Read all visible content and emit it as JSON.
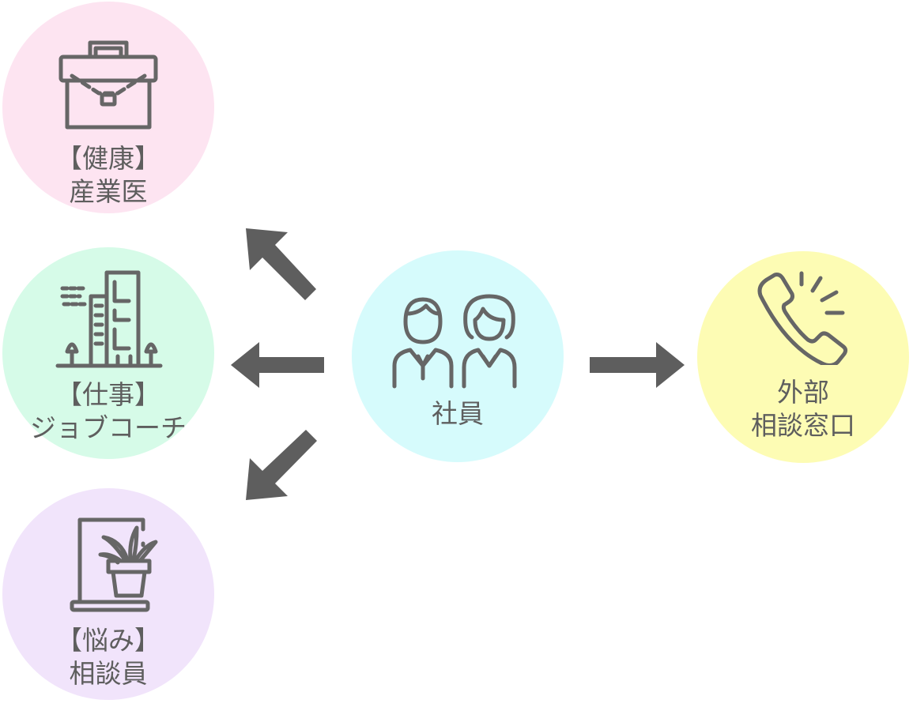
{
  "nodes": {
    "health": {
      "line1": "【健康】",
      "line2": "産業医",
      "color": "#fde4f1"
    },
    "work": {
      "line1": "【仕事】",
      "line2": "ジョブコーチ",
      "color": "#d6fbe8"
    },
    "worry": {
      "line1": "【悩み】",
      "line2": "相談員",
      "color": "#f1e4fb"
    },
    "employee": {
      "line1": "社員",
      "color": "#d6fbfc"
    },
    "external": {
      "line1": "外部",
      "line2": "相談窓口",
      "color": "#fdfcb4"
    }
  },
  "icons": {
    "health": "briefcase-icon",
    "work": "office-building-icon",
    "worry": "window-plant-icon",
    "employee": "businesspeople-icon",
    "external": "phone-icon"
  },
  "colors": {
    "text": "#5e5e5e",
    "arrow": "#5e5e5e",
    "icon_stroke": "#666666"
  }
}
